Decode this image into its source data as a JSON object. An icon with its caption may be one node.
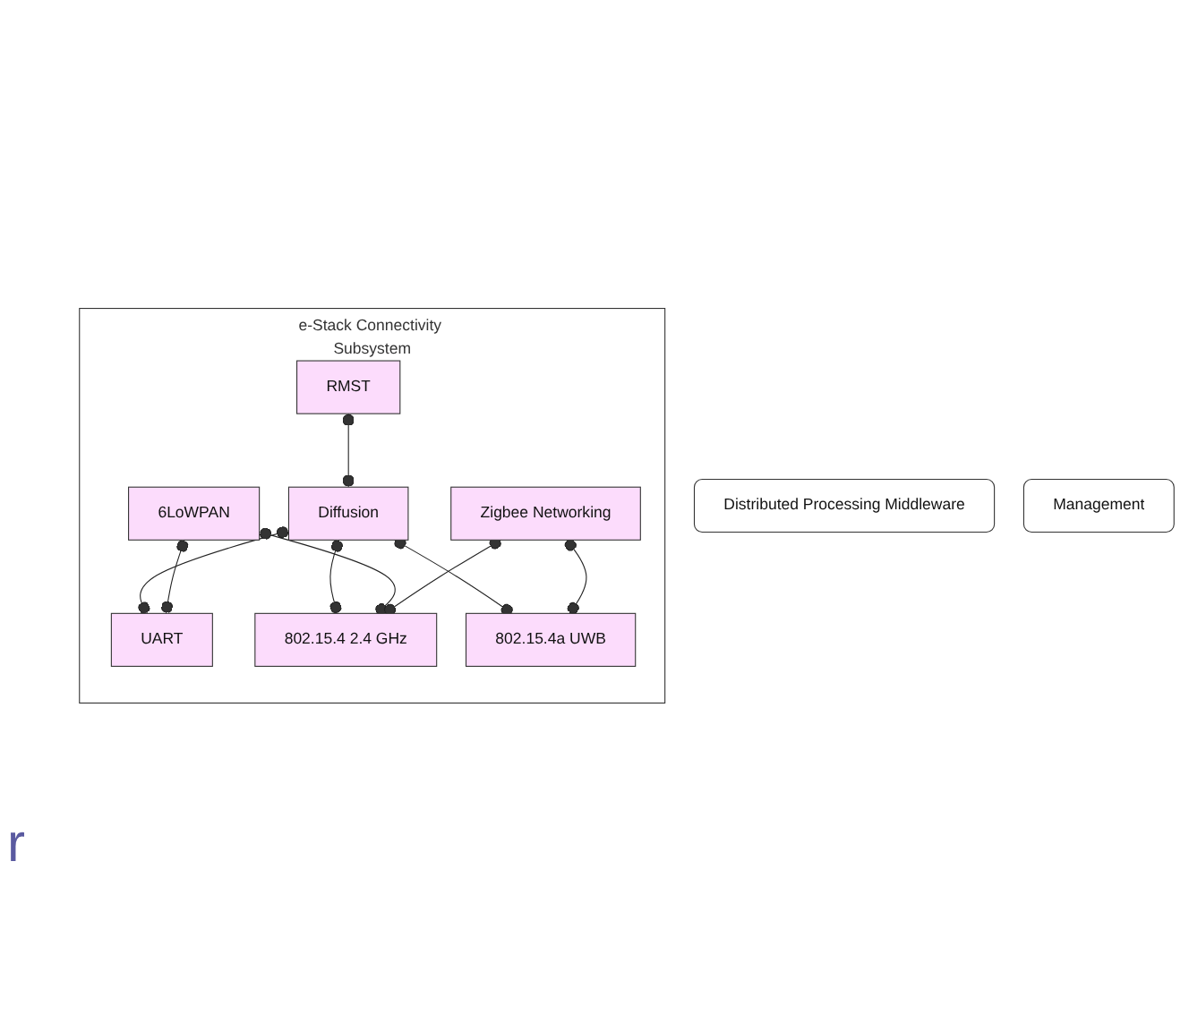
{
  "diagram": {
    "nodes": [
      {
        "text": [
          "Distributed Processing Middleware"
        ]
      },
      {
        "text": [
          "Management"
        ]
      },
      {
        "text": [
          "e-Stack Connectivity Subsystem"
        ]
      },
      {
        "text": [
          "RMST"
        ],
        "in": 2
      },
      {
        "text": [
          "6LoWPAN"
        ],
        "in": 2
      },
      {
        "text": [
          "Zigbee Networking"
        ],
        "in": 2
      },
      {
        "text": [
          "Diffusion"
        ],
        "in": 2
      },
      {
        "text": [
          "UART"
        ],
        "in": 2
      },
      {
        "text": [
          "802.15.4 2.4 GHz"
        ],
        "in": 2
      },
      {
        "text": [
          "802.15.4a UWB"
        ],
        "in": 2
      }
    ],
    "edges": [
      {
        "from": 3,
        "to": 6,
        "arrow": "other"
      },
      {
        "from": 6,
        "to": 7,
        "arrow": "other"
      },
      {
        "from": 6,
        "to": 8,
        "arrow": "other"
      },
      {
        "from": 6,
        "to": 9,
        "arrow": "other"
      },
      {
        "from": 4,
        "to": 7,
        "arrow": "other"
      },
      {
        "from": 4,
        "to": 8,
        "arrow": "other"
      },
      {
        "from": 5,
        "to": 8,
        "arrow": "other"
      },
      {
        "from": 5,
        "to": 9,
        "arrow": "other"
      }
    ],
    "labels": [
      "r"
    ]
  }
}
